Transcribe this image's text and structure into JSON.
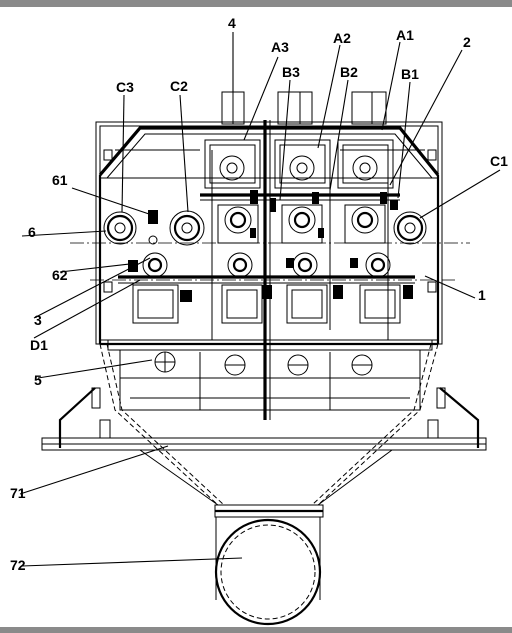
{
  "labels": {
    "l4": "4",
    "lA3": "A3",
    "lA2": "A2",
    "lA1": "A1",
    "l2": "2",
    "lB3": "B3",
    "lB2": "B2",
    "lB1": "B1",
    "lC3": "C3",
    "lC2": "C2",
    "lC1": "C1",
    "l61": "61",
    "l6": "6",
    "l62": "62",
    "l3": "3",
    "lD1": "D1",
    "l5": "5",
    "l1": "1",
    "l71": "71",
    "l72": "72"
  }
}
